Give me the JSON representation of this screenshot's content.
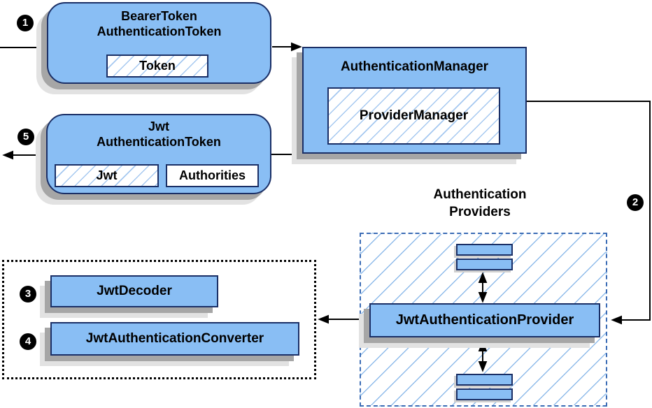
{
  "diagram": {
    "badges": {
      "b1": "1",
      "b2": "2",
      "b3": "3",
      "b4": "4",
      "b5": "5"
    },
    "nodes": {
      "bearer_token": {
        "title_line1": "BearerToken",
        "title_line2": "AuthenticationToken",
        "field": "Token"
      },
      "auth_manager": {
        "title": "AuthenticationManager",
        "field": "ProviderManager"
      },
      "jwt_token": {
        "title_line1": "Jwt",
        "title_line2": "AuthenticationToken",
        "field1": "Jwt",
        "field2": "Authorities"
      },
      "providers_group": {
        "title_line1": "Authentication",
        "title_line2": "Providers"
      },
      "jwt_provider": {
        "label": "JwtAuthenticationProvider"
      },
      "jwt_decoder": {
        "label": "JwtDecoder"
      },
      "jwt_converter": {
        "label": "JwtAuthenticationConverter"
      }
    },
    "colors": {
      "node_fill": "#89BEF4",
      "node_border": "#1A2F66",
      "hatch_line": "#A5C8F0",
      "group_hatch_line": "#8FBBEA",
      "group_dash_border": "#3B6CB5",
      "shadow": "#A6A6A6",
      "arrow": "#000000",
      "badge_bg": "#000000",
      "badge_text": "#FFFFFF"
    }
  }
}
